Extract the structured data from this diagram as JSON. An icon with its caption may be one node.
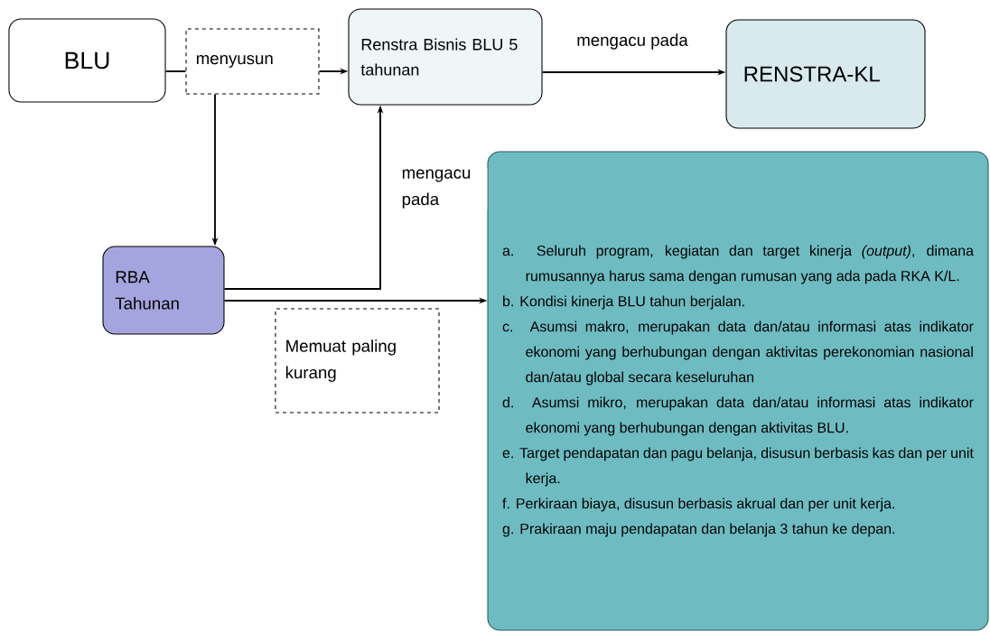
{
  "diagram": {
    "nodes": [
      {
        "text": [
          "BLU"
        ]
      },
      {
        "text": [
          "menyusun"
        ]
      },
      {
        "text": [
          "Renstra Bisnis BLU 5 tahunan"
        ]
      },
      {
        "text": [
          "RENSTRA-KL"
        ]
      },
      {
        "text": [
          "RBA Tahunan"
        ]
      },
      {
        "text": [
          "Memuat paling kurang"
        ]
      },
      {
        "text": [
          "a. Seluruh program, kegiatan dan target kinerja *(output)*, dimana rumusannya harus sama dengan rumusan yang ada pada RKA K/L.",
          "b. Kondisi kinerja BLU tahun berjalan.",
          "c. Asumsi makro, merupakan data dan/atau informasi atas indikator ekonomi yang berhubungan dengan aktivitas perekonomian nasional dan/atau global secara keseluruhan",
          "d. Asumsi mikro, merupakan data dan/atau informasi atas indikator ekonomi yang berhubungan dengan aktivitas BLU.",
          "e. Target pendapatan dan pagu belanja, disusun berbasis kas dan per unit kerja.",
          "f. Perkiraan biaya, disusun berbasis akrual dan per unit kerja.",
          "g. Prakiraan maju pendapatan dan belanja 3 tahun ke depan."
        ]
      }
    ],
    "edges": [
      {
        "from": 0,
        "to": 1,
        "arrow": "none"
      },
      {
        "from": 1,
        "to": 2,
        "arrow": "to"
      },
      {
        "from": 1,
        "to": 4,
        "arrow": "to"
      },
      {
        "from": 4,
        "to": 2,
        "arrow": "to",
        "label": "mengacu pada"
      },
      {
        "from": 2,
        "to": 3,
        "arrow": "to",
        "label": "mengacu pada"
      },
      {
        "from": 4,
        "to": 6,
        "arrow": "to"
      }
    ]
  }
}
